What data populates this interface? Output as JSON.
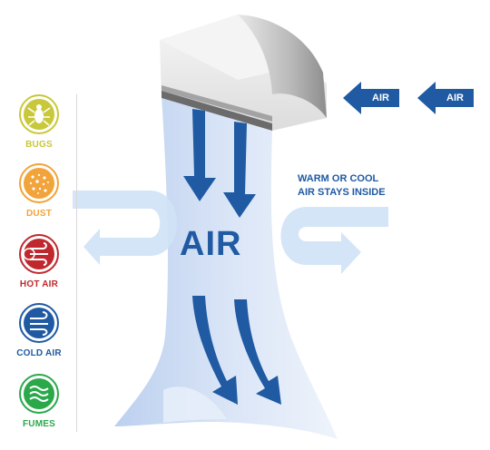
{
  "side_items": [
    {
      "label": "BUGS",
      "color": "#c8c83a",
      "icon": "bug-icon"
    },
    {
      "label": "DUST",
      "color": "#f2a33a",
      "icon": "dust-icon"
    },
    {
      "label": "HOT AIR",
      "color": "#c0282e",
      "icon": "hot-air-icon"
    },
    {
      "label": "COLD AIR",
      "color": "#1f5aa3",
      "icon": "cold-air-icon"
    },
    {
      "label": "FUMES",
      "color": "#2aa84a",
      "icon": "fumes-icon"
    }
  ],
  "main_label": "AIR",
  "note": {
    "line1": "WARM OR COOL",
    "line2": "AIR STAYS INSIDE"
  },
  "intake_arrows": [
    "AIR",
    "AIR"
  ],
  "colors": {
    "brand_blue": "#1f5aa3",
    "curtain": "#c9d9f2",
    "return_arrow": "#cfe2f6"
  }
}
